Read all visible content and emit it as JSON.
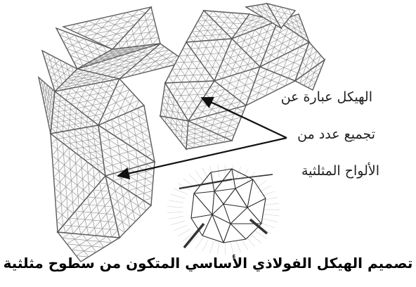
{
  "annotation": {
    "line1": "الهيكل عبارة عن",
    "line2": "تجميع عدد من",
    "line3": "الألواح المثلثية"
  },
  "caption": "تصميم الهيكل الفولاذي الأساسي المتكون من سطوح مثلثية",
  "colors": {
    "mesh": "#8a8a8a",
    "arrow": "#111111",
    "rod": "#333333"
  }
}
